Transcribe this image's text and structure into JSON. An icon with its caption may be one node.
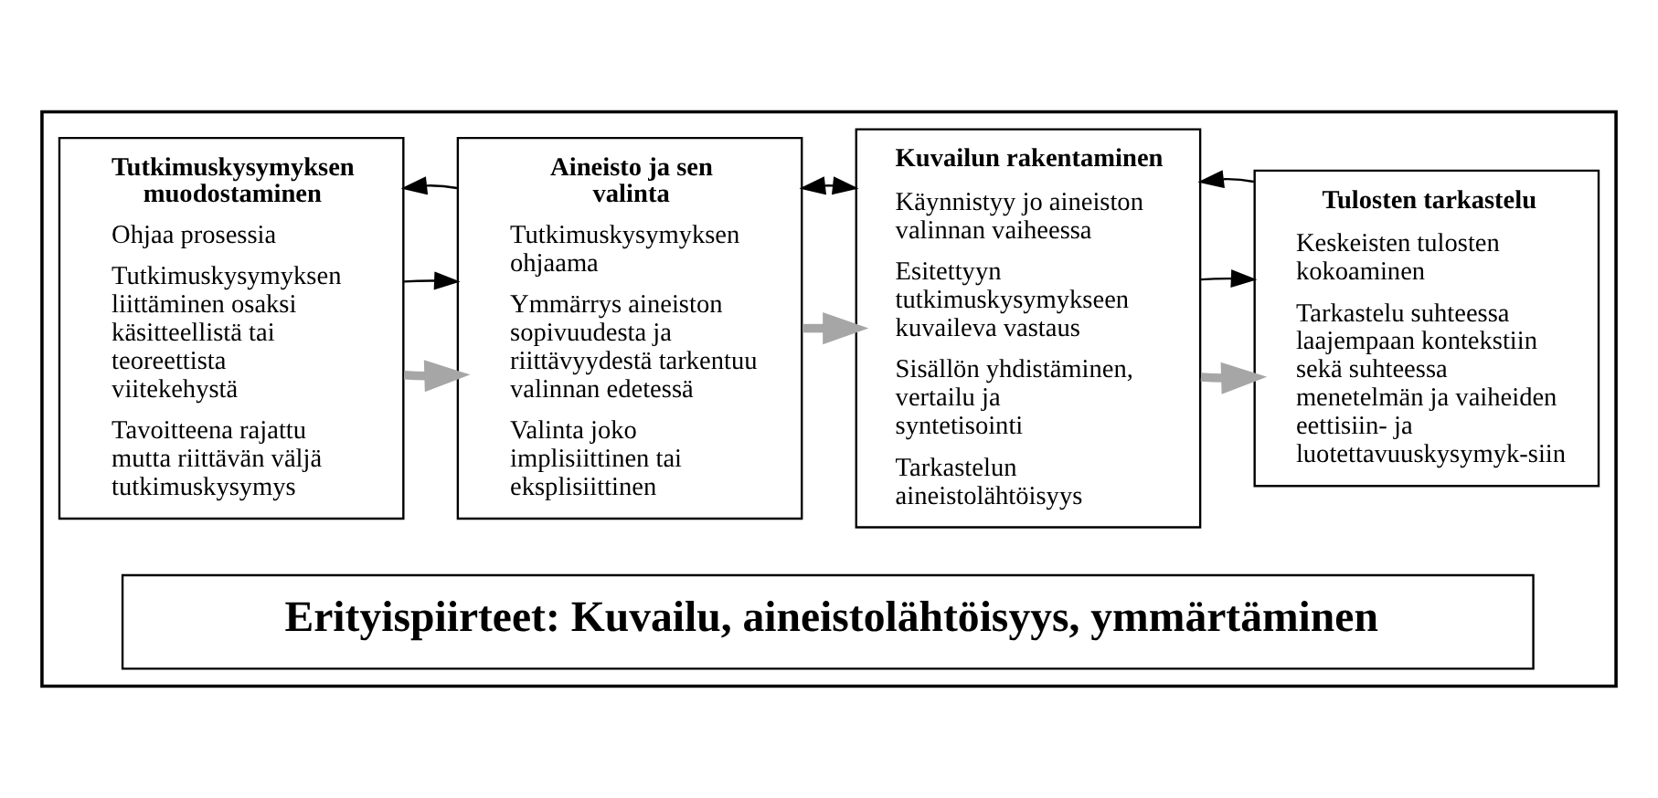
{
  "diagram": {
    "nodes": [
      {
        "text": [],
        "shape": "box"
      },
      {
        "text": [
          "Tutkimuskysymyksen muodostaminen",
          "Ohjaa prosessia",
          "Tutkimuskysymyksen liittäminen osaksi käsitteellistä tai teoreettista viitekehystä",
          "Tavoitteena rajattu mutta riittävän väljä tutkimuskysymys"
        ],
        "in": 0
      },
      {
        "text": [
          "Aineisto ja sen valinta",
          "Tutkimuskysymyksen ohjaama",
          "Ymmärrys aineiston sopivuudesta ja riittävyydestä tarkentuu valinnan edetessä",
          "Valinta joko implisiittinen tai eksplisiittinen"
        ],
        "in": 0
      },
      {
        "text": [
          "Kuvailun rakentaminen",
          "Käynnistyy jo aineiston valinnan vaiheessa",
          "Esitettyyn tutkimuskysymykseen kuvaileva vastaus",
          "Sisällön yhdistäminen, vertailu ja syntetisointi",
          "Tarkastelun aineistolähtöisyys"
        ],
        "in": 0
      },
      {
        "text": [
          "Tulosten tarkastelu",
          "Keskeisten tulosten kokoaminen",
          "Tarkastelu suhteessa laajempaan kontekstiin sekä suhteessa menetelmän ja vaiheiden eettisiin- ja luotettavuuskysymyk-siin"
        ],
        "in": 0
      },
      {
        "text": [
          "Erityispiirteet: Kuvailu, aineistolähtöisyys, ymmärtäminen"
        ],
        "in": 0
      }
    ],
    "edges": [
      {
        "from": 1,
        "to": 2,
        "arrow": "to",
        "style": "thick",
        "color": "#a6a6a6"
      },
      {
        "from": 2,
        "to": 3,
        "arrow": "to",
        "style": "thick",
        "color": "#a6a6a6"
      },
      {
        "from": 3,
        "to": 4,
        "arrow": "to",
        "style": "thick",
        "color": "#a6a6a6"
      },
      {
        "from": 1,
        "to": 2,
        "arrow": "to"
      },
      {
        "from": 2,
        "to": 1,
        "arrow": "to"
      },
      {
        "from": 2,
        "to": 3,
        "arrow": "both"
      },
      {
        "from": 3,
        "to": 4,
        "arrow": "to"
      },
      {
        "from": 4,
        "to": 3,
        "arrow": "to"
      }
    ]
  }
}
